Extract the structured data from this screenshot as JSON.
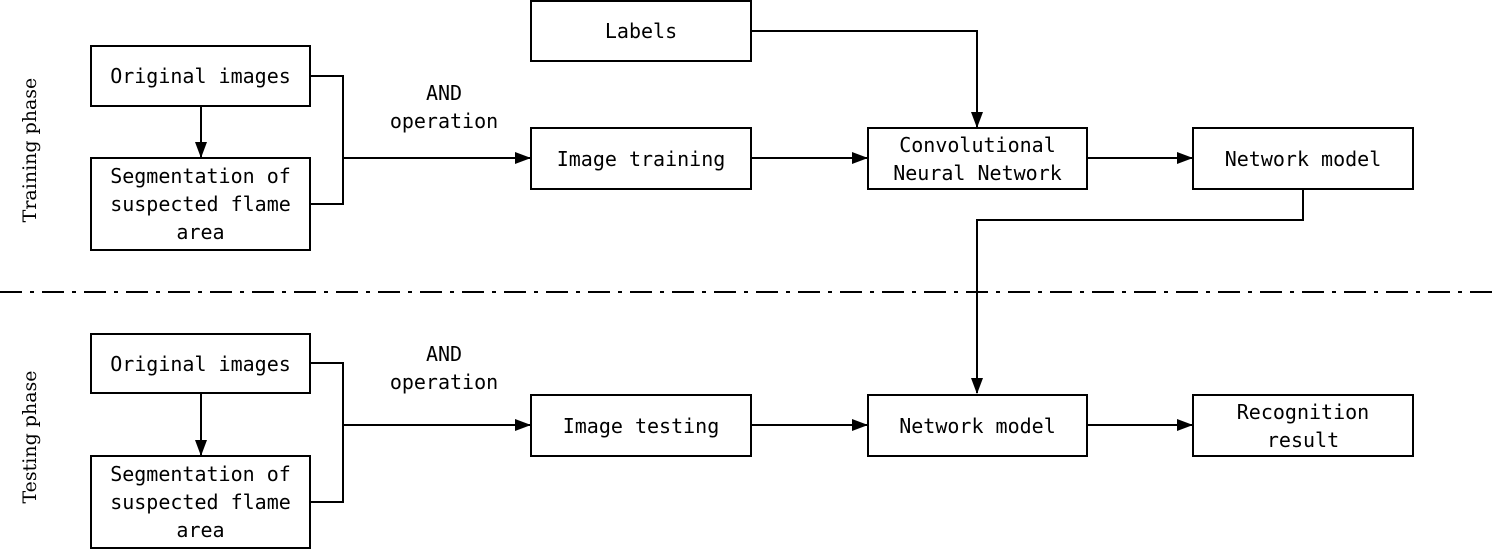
{
  "training": {
    "phase_label": "Training phase",
    "original_images": "Original images",
    "segmentation": "Segmentation of\nsuspected flame\narea",
    "and_operation": "AND\noperation",
    "image_training": "Image training",
    "labels": "Labels",
    "cnn": "Convolutional\nNeural Network",
    "network_model": "Network model"
  },
  "testing": {
    "phase_label": "Testing phase",
    "original_images": "Original images",
    "segmentation": "Segmentation of\nsuspected flame\narea",
    "and_operation": "AND\noperation",
    "image_testing": "Image testing",
    "network_model": "Network model",
    "recognition_result": "Recognition\nresult"
  },
  "colors": {
    "stroke": "#000000",
    "background": "#ffffff"
  }
}
